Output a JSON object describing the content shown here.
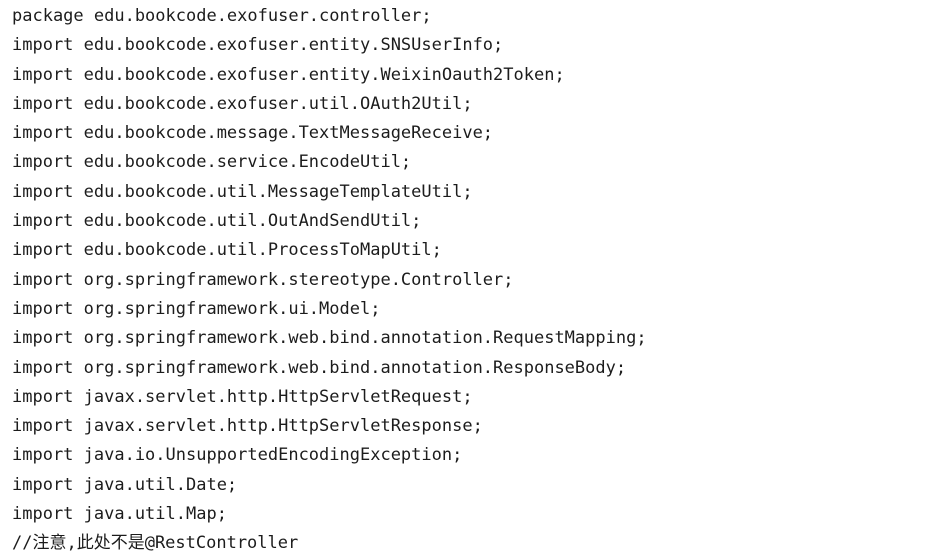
{
  "page": {
    "background_color": "#ffffff",
    "text_color": "#1c1c1c"
  },
  "code": {
    "lines": [
      "package edu.bookcode.exofuser.controller;",
      "import edu.bookcode.exofuser.entity.SNSUserInfo;",
      "import edu.bookcode.exofuser.entity.WeixinOauth2Token;",
      "import edu.bookcode.exofuser.util.OAuth2Util;",
      "import edu.bookcode.message.TextMessageReceive;",
      "import edu.bookcode.service.EncodeUtil;",
      "import edu.bookcode.util.MessageTemplateUtil;",
      "import edu.bookcode.util.OutAndSendUtil;",
      "import edu.bookcode.util.ProcessToMapUtil;",
      "import org.springframework.stereotype.Controller;",
      "import org.springframework.ui.Model;",
      "import org.springframework.web.bind.annotation.RequestMapping;",
      "import org.springframework.web.bind.annotation.ResponseBody;",
      "import javax.servlet.http.HttpServletRequest;",
      "import javax.servlet.http.HttpServletResponse;",
      "import java.io.UnsupportedEncodingException;",
      "import java.util.Date;",
      "import java.util.Map;",
      "//注意,此处不是@RestController"
    ]
  }
}
